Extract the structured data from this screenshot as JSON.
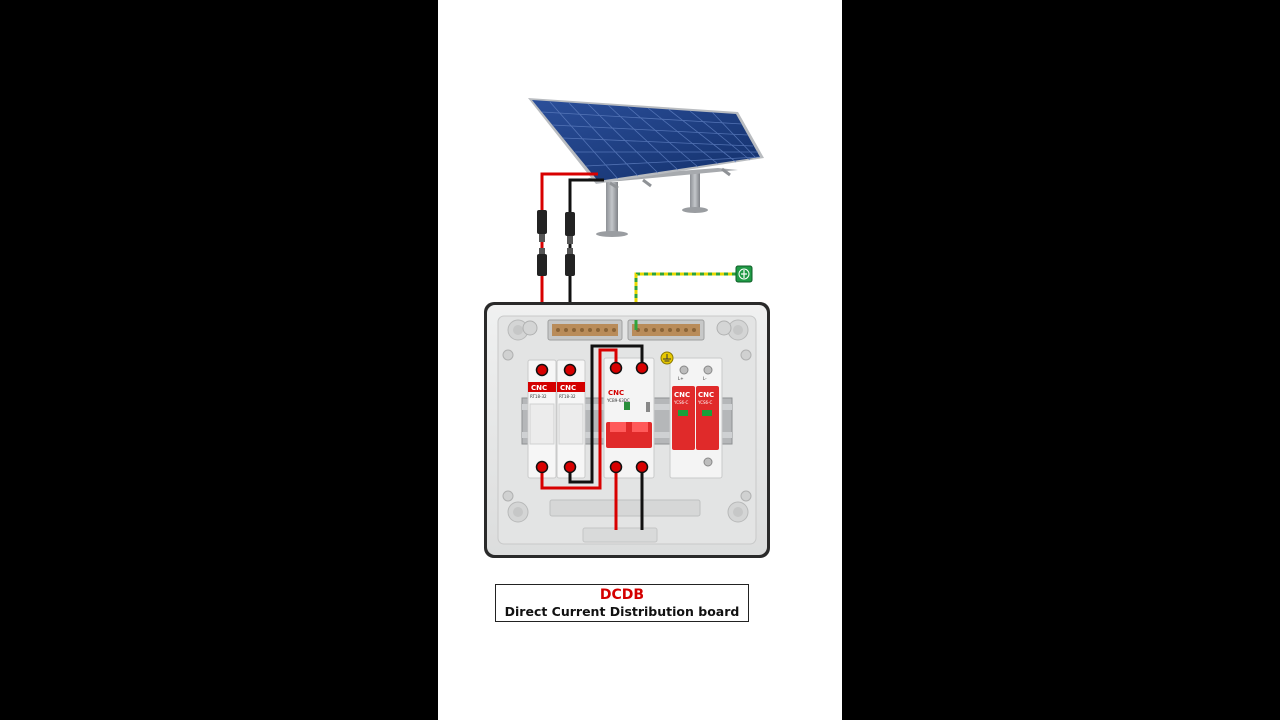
{
  "caption": {
    "title": "DCDB",
    "subtitle": "Direct Current Distribution board"
  },
  "components": {
    "fuse_brand_1": "CNC",
    "fuse_brand_2": "CNC",
    "fuse_model_1": "RT18-32",
    "fuse_model_2": "RT18-32",
    "mcb_brand": "CNC",
    "mcb_model": "YCB9-63DC",
    "spd_brand_1": "CNC",
    "spd_brand_2": "CNC",
    "spd_model_1": "YCS6-C",
    "spd_model_2": "YCS6-C",
    "spd_label_plus": "L+",
    "spd_label_minus": "L-"
  },
  "colors": {
    "positive_wire": "#d80000",
    "negative_wire": "#111111",
    "earth_wire_green": "#2fa33a",
    "earth_wire_yellow": "#e8d800",
    "panel_blue": "#1d3f82",
    "breaker_red": "#e02a2a",
    "enclosure": "#e9eaea"
  },
  "icons": {
    "earth": "earth-ground-icon"
  }
}
